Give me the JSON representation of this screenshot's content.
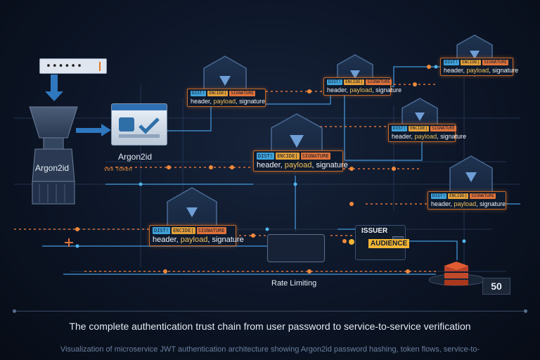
{
  "password": {
    "masked": "••••••"
  },
  "labels": {
    "argon_hasher": "Argon2id",
    "argon_browser": "Argon2id",
    "token_hint": "vex Token",
    "rate_limiting": "Rate Limiting"
  },
  "jwt_tokens": [
    {
      "seg1": "DIST! ",
      "seg2": "ENCIDE| ",
      "seg3": "SIGNATURE",
      "header": "header",
      "payload": "payload",
      "signature": "signature"
    },
    {
      "seg1": "DIST! ",
      "seg2": "ENCIDE| ",
      "seg3": "SIGNATURE",
      "header": "header",
      "payload": "payload",
      "signature": "signature"
    },
    {
      "seg1": "DIST! ",
      "seg2": "ENCIDE| ",
      "seg3": "SIGNATURE",
      "header": "header",
      "payload": "payload",
      "signature": "signature"
    },
    {
      "seg1": "DIST! ",
      "seg2": "ENCIDE| ",
      "seg3": "SIGNATURE",
      "header": "header",
      "payload": "payload",
      "signature": "signature"
    },
    {
      "seg1": "DIST! ",
      "seg2": "ENCIDE| ",
      "seg3": "SIGNATURE",
      "header": "header",
      "payload": "payload",
      "signature": "signature"
    },
    {
      "seg1": "DIST! ",
      "seg2": "ENCIDE| ",
      "seg3": "SIGNATURE",
      "header": "header",
      "payload": "payload",
      "signature": "signature"
    },
    {
      "seg1": "DIST! ",
      "seg2": "ENCIDE| ",
      "seg3": "SIGNATURE",
      "header": "header",
      "payload": "payload",
      "signature": "signature"
    }
  ],
  "claims": {
    "issuer": "ISSUER",
    "audience": "AUDIENCE"
  },
  "badge": "50",
  "caption": "The complete authentication trust chain from user password to service-to-service verification",
  "subcaption": "Visualization of microservice JWT authentication architecture showing Argon2id password hashing, token flows, service-to-",
  "colors": {
    "accent_orange": "#e0733a",
    "accent_blue": "#3fa1d8",
    "accent_yellow": "#f2b535",
    "background": "#0b1220"
  }
}
